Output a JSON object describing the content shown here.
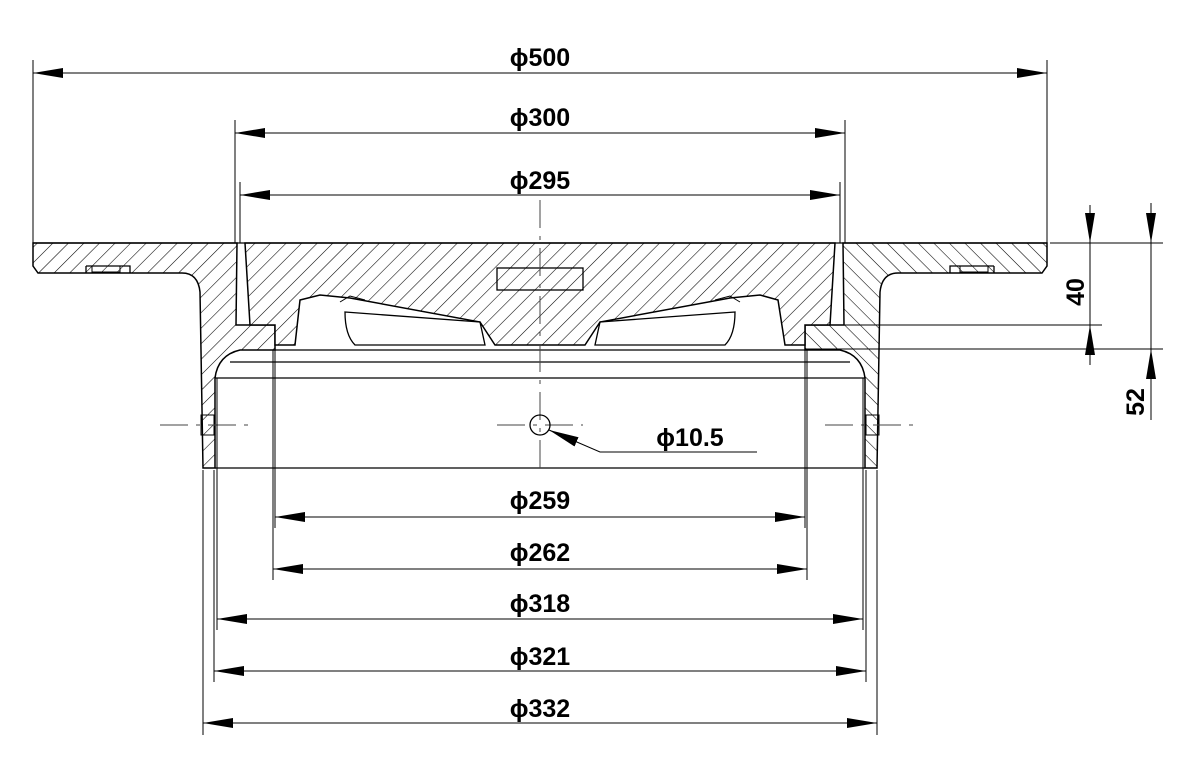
{
  "drawing": {
    "title": "Drain body cross-section",
    "dimensions": {
      "d500": "ϕ500",
      "d300": "ϕ300",
      "d295": "ϕ295",
      "d10_5": "ϕ10.5",
      "d259": "ϕ259",
      "d262": "ϕ262",
      "d318": "ϕ318",
      "d321": "ϕ321",
      "d332": "ϕ332",
      "h40": "40",
      "h52": "52"
    }
  }
}
